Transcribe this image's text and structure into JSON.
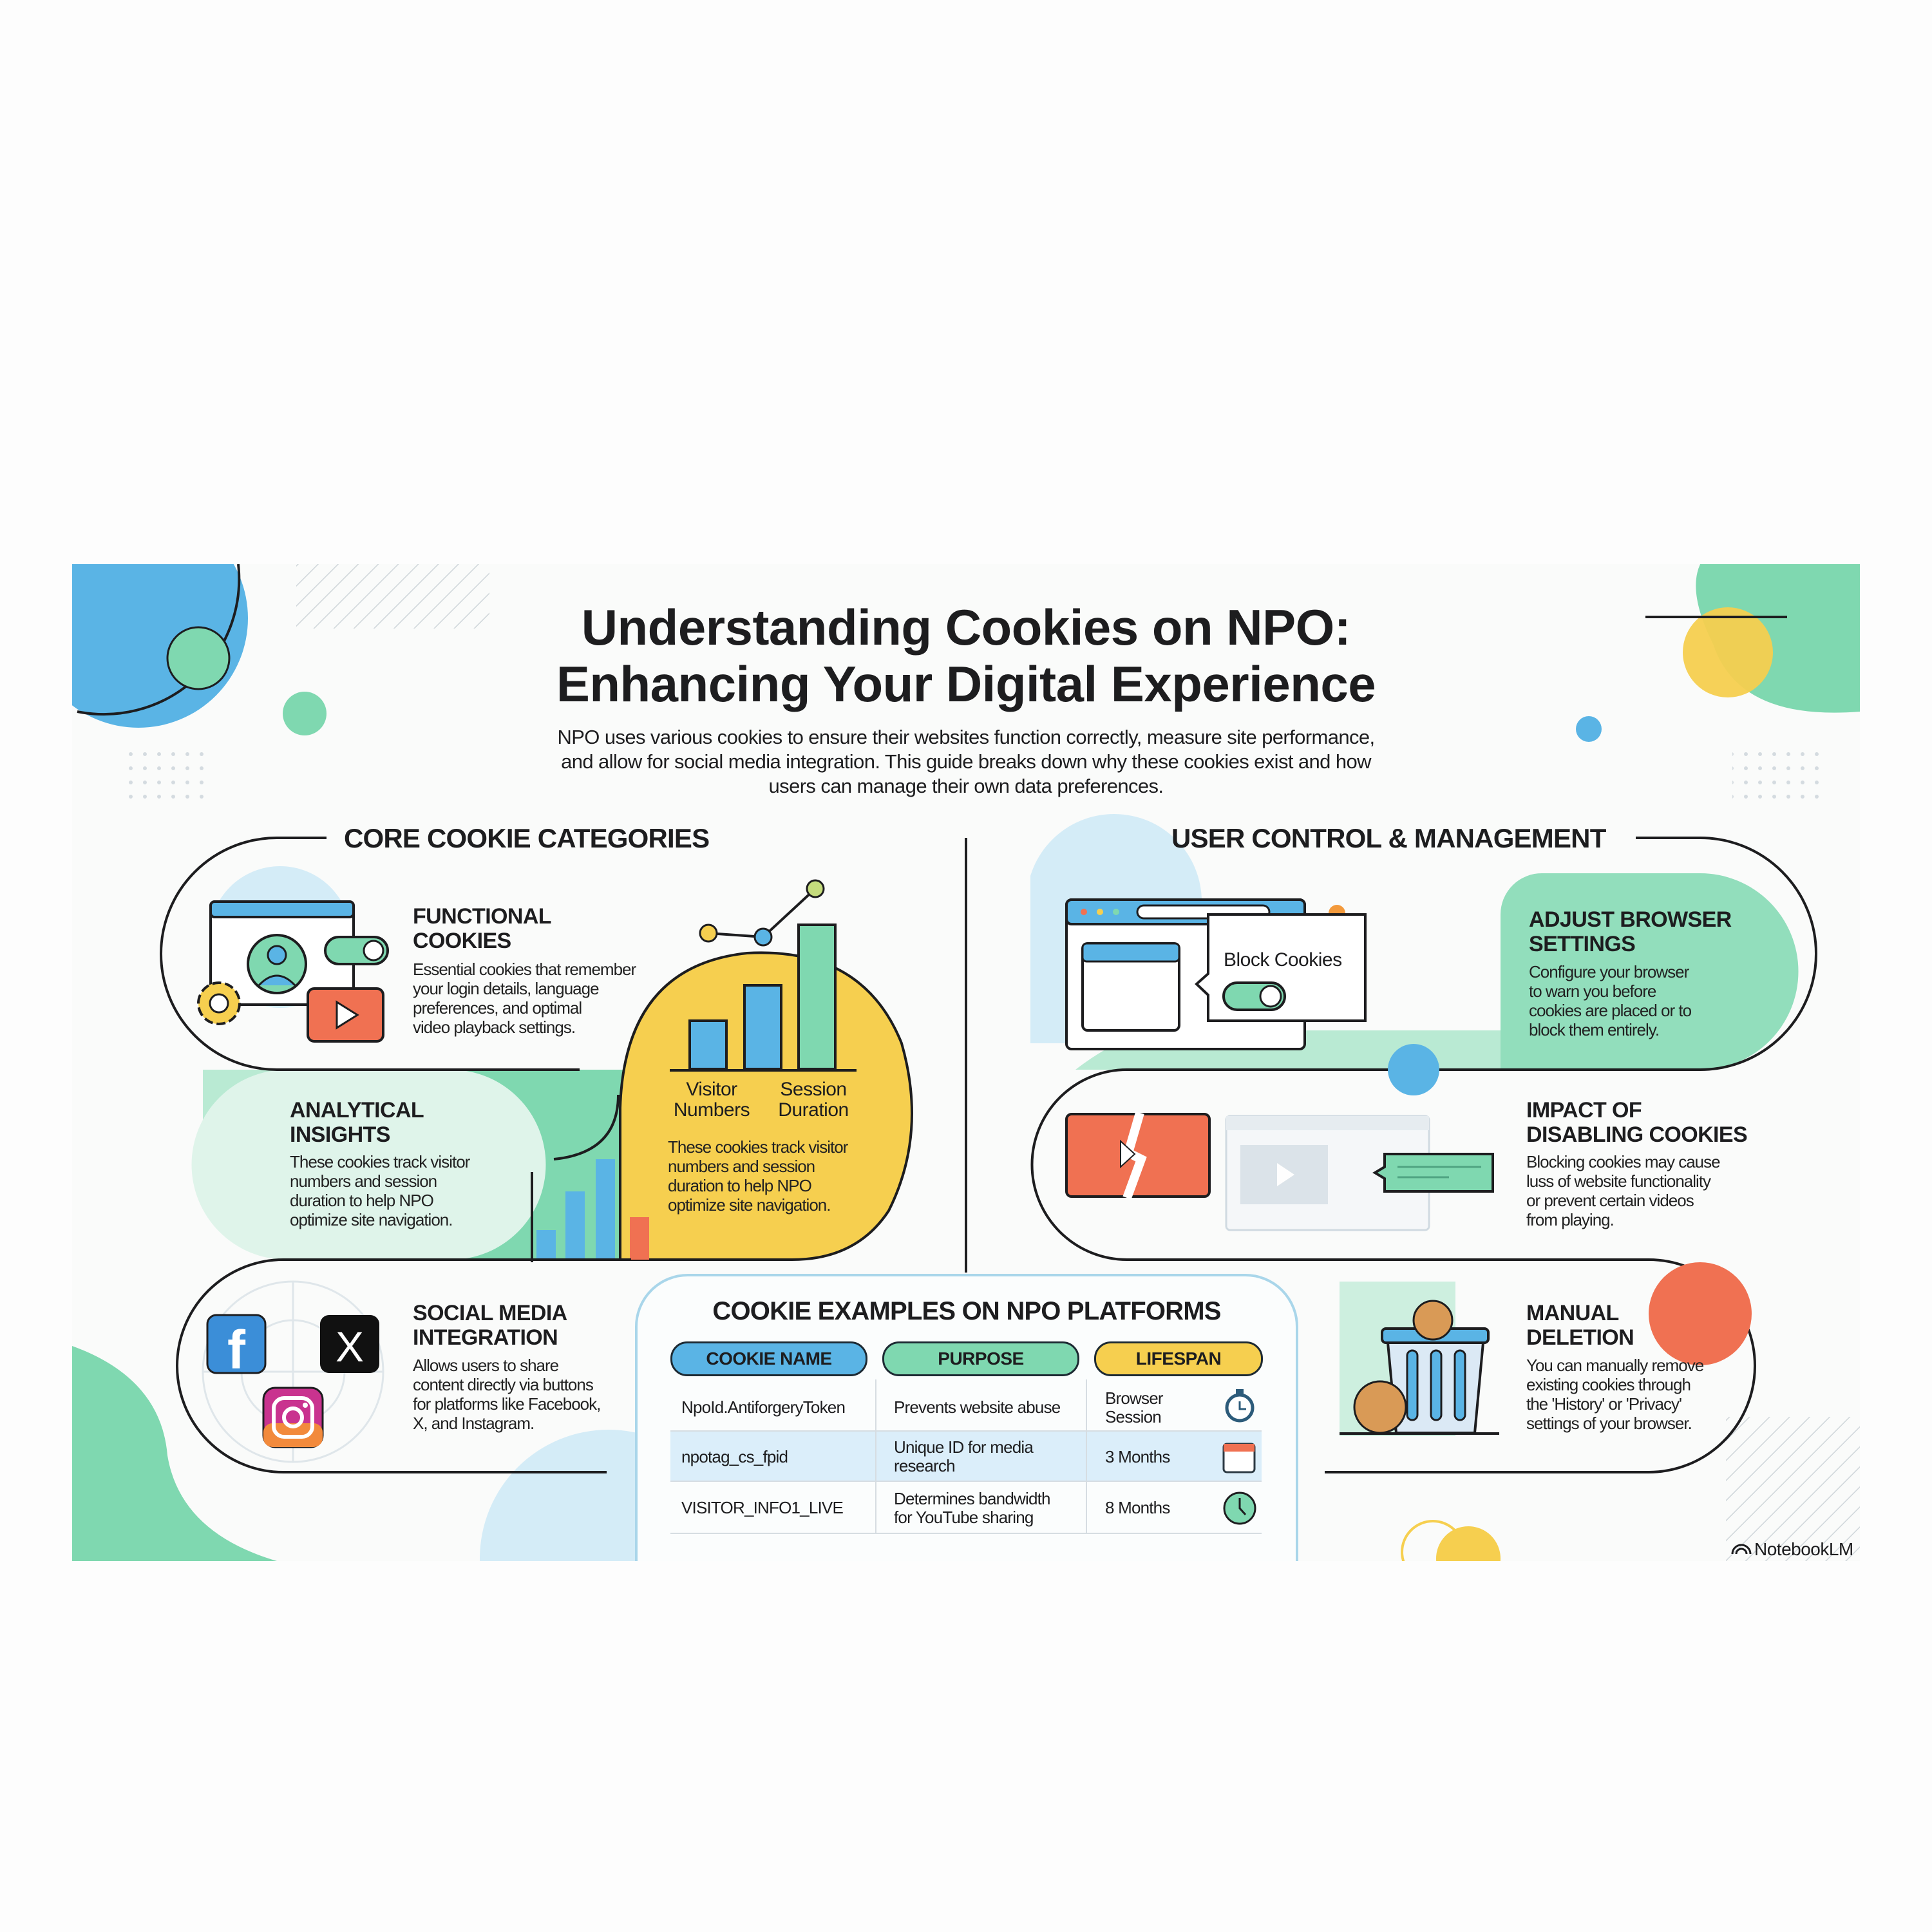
{
  "header": {
    "title_line1": "Understanding Cookies on NPO:",
    "title_line2": "Enhancing Your Digital Experience",
    "subtitle": "NPO uses various cookies to ensure their websites function correctly, measure site performance,\nand allow for social media integration. This guide breaks down why these cookies exist and how\nusers can manage their own data preferences."
  },
  "left_section": {
    "title": "CORE COOKIE CATEGORIES",
    "functional": {
      "heading": "FUNCTIONAL\nCOOKIES",
      "body": "Essential cookies that remember\nyour login details, language\npreferences, and optimal\nvideo playback settings."
    },
    "analytical": {
      "heading": "ANALYTICAL\nINSIGHTS",
      "body": "These cookies track visitor\nnumbers and session\nduration to help NPO\noptimize site navigation."
    },
    "chart_labels": {
      "visitor": "Visitor\nNumbers",
      "session": "Session\nDuration"
    },
    "chart_note": "These cookies track visitor\nnumbers and session\nduration to help NPO\noptimize site navigation.",
    "social": {
      "heading": "SOCIAL MEDIA\nINTEGRATION",
      "body": "Allows users to share\ncontent directly via buttons\nfor platforms like Facebook,\nX, and Instagram."
    }
  },
  "right_section": {
    "title": "USER CONTROL & MANAGEMENT",
    "block_cookies_label": "Block Cookies",
    "block_cookies_on": true,
    "adjust": {
      "heading": "ADJUST BROWSER\nSETTINGS",
      "body": "Configure your browser\nto warn you before\ncookies are placed or to\nblock them entirely."
    },
    "impact": {
      "heading": "IMPACT OF\nDISABLING COOKIES",
      "body": "Blocking cookies may cause\nluss of website functionality\nor prevent certain videos\nfrom playing."
    },
    "manual": {
      "heading": "MANUAL\nDELETION",
      "body": "You can manually remove\nexisting cookies through\nthe 'History' or 'Privacy'\nsettings of your browser."
    }
  },
  "cookie_table": {
    "title": "COOKIE EXAMPLES ON NPO PLATFORMS",
    "headers": [
      "COOKIE NAME",
      "PURPOSE",
      "LIFESPAN"
    ],
    "rows": [
      {
        "name": "NpoId.AntiforgeryToken",
        "purpose": "Prevents website abuse",
        "lifespan": "Browser\nSession",
        "icon": "stopwatch-icon"
      },
      {
        "name": "npotag_cs_fpid",
        "purpose": "Unique ID for media\nresearch",
        "lifespan": "3 Months",
        "icon": "calendar-icon"
      },
      {
        "name": "VISITOR_INFO1_LIVE",
        "purpose": "Determines bandwidth\nfor YouTube sharing",
        "lifespan": "8 Months",
        "icon": "clock-icon"
      }
    ]
  },
  "branding": "NotebookLM",
  "colors": {
    "blue": "#5ab4e5",
    "green": "#7fd8b0",
    "yellow": "#f6cf4f",
    "orange": "#f07152",
    "ink": "#1d1d1f"
  }
}
